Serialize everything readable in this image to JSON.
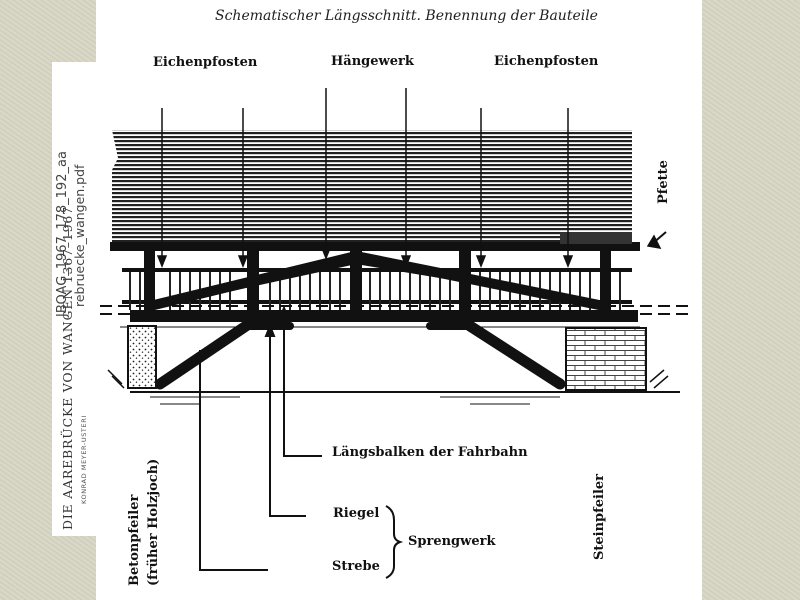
{
  "caption": "Schematischer Längsschnitt. Benennung der Bauteile",
  "labels": {
    "eichenpfosten_left": "Eichenpfosten",
    "haengewerk": "Hängewerk",
    "eichenpfosten_right": "Eichenpfosten",
    "pfette": "Pfette",
    "laengsbalken": "Längsbalken der Fahrbahn",
    "riegel": "Riegel",
    "strebe": "Strebe",
    "sprengwerk": "Sprengwerk",
    "betonpfeiler": "Betonpfeiler",
    "frueher_holzjoch": "(früher Holzjoch)",
    "steinpfeiler": "Steinpfeiler"
  },
  "stamp": {
    "book_title": "DIE AAREBRÜCKE VON WANGEN 1367–1967",
    "author": "KONRAD MEYER-USTERI",
    "ref_id": "JBOAG_1967_178_192_aa",
    "ref_file": "rebruecke_wangen.pdf"
  },
  "colors": {
    "ink": "#111111",
    "paper": "#ffffff",
    "backdrop": "#d8d7c4"
  }
}
